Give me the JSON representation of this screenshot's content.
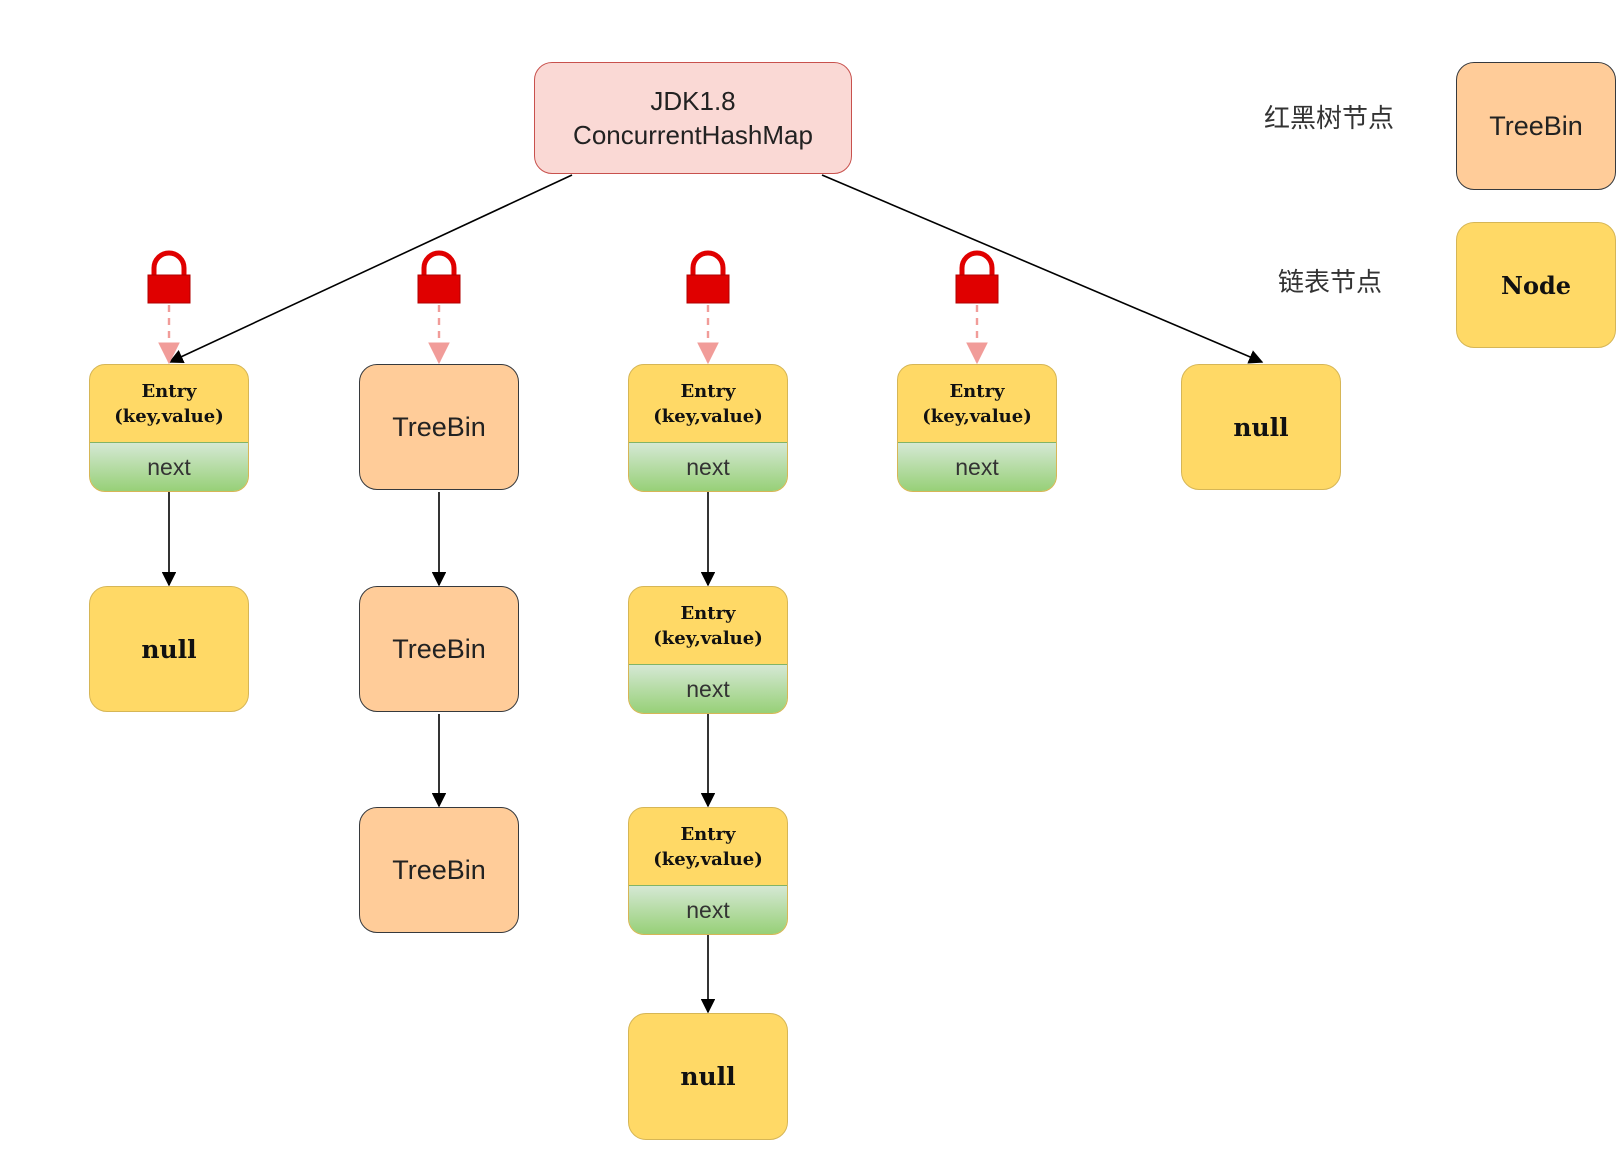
{
  "root": {
    "line1": "JDK1.8",
    "line2": "ConcurrentHashMap"
  },
  "legend": [
    {
      "label": "红黑树节点",
      "box_text": "TreeBin",
      "kind": "treebin"
    },
    {
      "label": "链表节点",
      "box_text": "Node",
      "kind": "node"
    }
  ],
  "columns": [
    {
      "head": "entry",
      "chain": [
        "null"
      ]
    },
    {
      "head": "treebin",
      "chain": [
        "TreeBin",
        "TreeBin"
      ]
    },
    {
      "head": "entry",
      "chain": [
        "entry",
        "entry",
        "null"
      ]
    },
    {
      "head": "entry",
      "chain": []
    },
    {
      "head": "null",
      "chain": []
    }
  ],
  "labels": {
    "entry_line1": "Entry",
    "entry_line2": "(key,value)",
    "next": "next",
    "treebin": "TreeBin",
    "null": "null"
  },
  "colors": {
    "root_fill": "#fad9d5",
    "root_stroke": "#c8514d",
    "treebin_fill": "#ffcc99",
    "node_fill": "#ffd966",
    "next_fill": "#97d077",
    "lock": "#e00000",
    "lock_arrow": "#f19c99"
  }
}
